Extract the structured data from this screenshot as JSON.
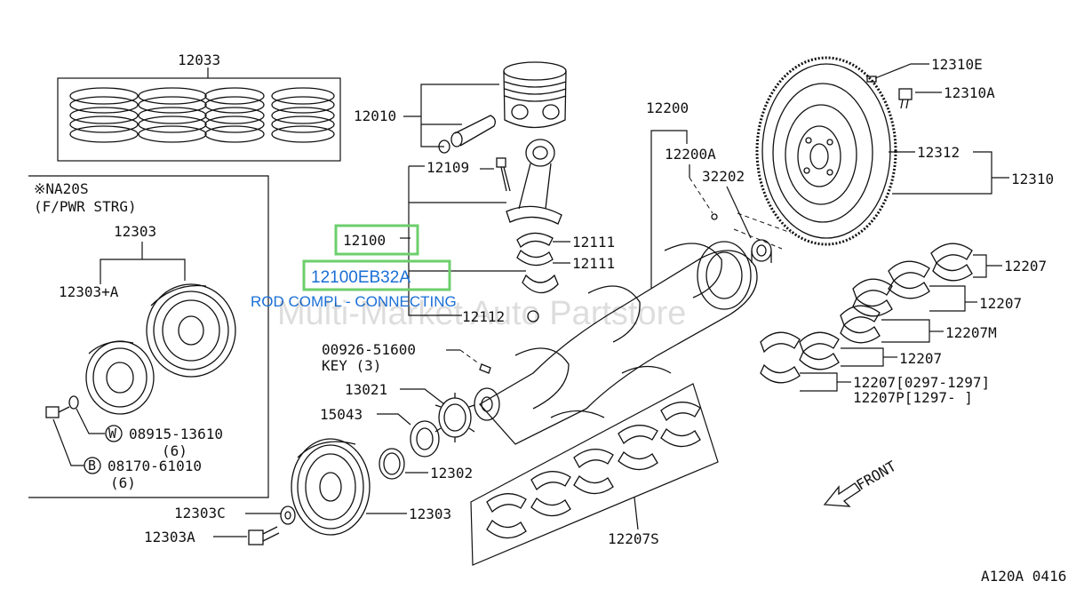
{
  "diagram": {
    "watermark": "Multi-Market Auto Partstore",
    "figure_code": "A120A 0416",
    "front_label": "FRONT",
    "inset": {
      "title_line1": "※NA20S",
      "title_line2": "(F/PWR STRG)"
    },
    "highlight": {
      "part_ref": "12100",
      "part_number": "12100EB32A",
      "part_name": "ROD COMPL - CONNECTING"
    },
    "labels": {
      "piston_rings": "12033",
      "piston": "12010",
      "rod_bolt": "12109",
      "rod_nut": "12112",
      "rod_bearing_upper": "12111",
      "rod_bearing_lower": "12111",
      "key": "00926-51600",
      "key_note": "KEY (3)",
      "sprocket": "13021",
      "chain_guide": "15043",
      "seal": "12302",
      "pulley": "12303",
      "washer": "12303C",
      "pulley_bolt": "12303A",
      "crankshaft": "12200",
      "crank_plug": "12200A",
      "pilot_bushing": "32202",
      "flywheel_bolt_e": "12310E",
      "flywheel_bolt_a": "12310A",
      "flywheel": "12312",
      "flywheel_assy": "12310",
      "main_bearing_1": "12207",
      "main_bearing_2": "12207",
      "main_bearing_m": "12207M",
      "main_bearing_3": "12207",
      "main_bearing_4": "12207[0297-1297]",
      "main_bearing_p": "12207P[1297-     ]",
      "main_bearing_set": "12207S",
      "inset_pulley": "12303",
      "inset_pulley_a": "12303+A",
      "inset_w_code": "W",
      "inset_w_part": "08915-13610",
      "inset_w_qty": "(6)",
      "inset_b_code": "B",
      "inset_b_part": "08170-61010",
      "inset_b_qty": "(6)"
    }
  }
}
